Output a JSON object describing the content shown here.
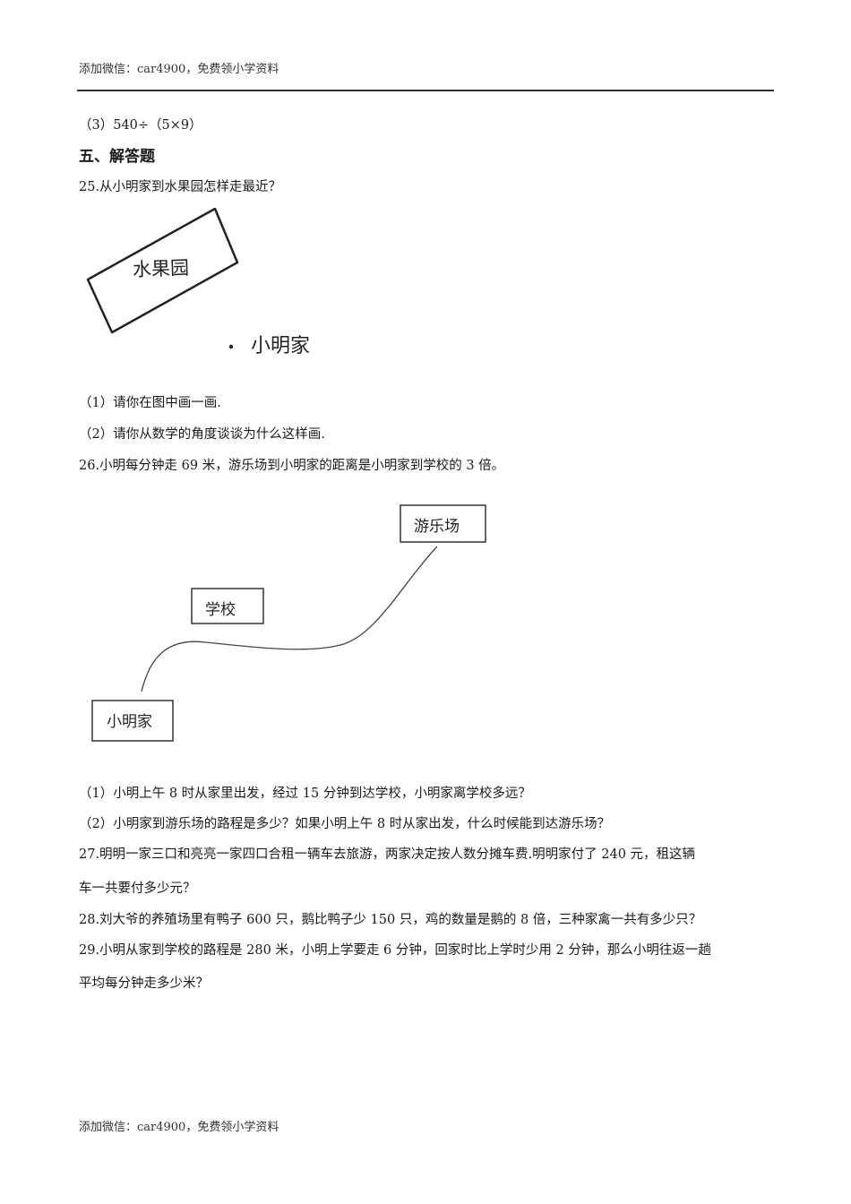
{
  "header": {
    "text": "添加微信：car4900，免费领小学资料"
  },
  "footer": {
    "text": "添加微信：car4900，免费领小学资料"
  },
  "content": {
    "q24_part3": "（3）540÷（5×9）",
    "section_title": "五、解答题",
    "q25": {
      "stem": "25.从小明家到水果园怎样走最近？",
      "figure": {
        "orchard_label": "水果园",
        "home_label": "小明家"
      },
      "parts": [
        "（1）请你在图中画一画.",
        "（2）请你从数学的角度谈谈为什么这样画."
      ]
    },
    "q26": {
      "stem": "26.小明每分钟走 69 米，游乐场到小明家的距离是小明家到学校的 3 倍。",
      "figure": {
        "park_label": "游乐场",
        "school_label": "学校",
        "home_label": "小明家"
      },
      "parts": [
        "（1）小明上午 8 时从家里出发，经过 15 分钟到达学校，小明家离学校多远？",
        "（2）小明家到游乐场的路程是多少？如果小明上午 8 时从家出发，什么时候能到达游乐场？"
      ]
    },
    "q27": {
      "line1": "27.明明一家三口和亮亮一家四口合租一辆车去旅游，两家决定按人数分摊车费.明明家付了 240 元，租这辆",
      "line2": "车一共要付多少元？"
    },
    "q28": {
      "line1": "28.刘大爷的养殖场里有鸭子 600 只，鹅比鸭子少 150 只，鸡的数量是鹅的 8 倍，三种家禽一共有多少只？"
    },
    "q29": {
      "line1": "29.小明从家到学校的路程是 280 米，小明上学要走 6 分钟，回家时比上学时少用 2 分钟，那么小明往返一趟",
      "line2": "平均每分钟走多少米？"
    }
  }
}
